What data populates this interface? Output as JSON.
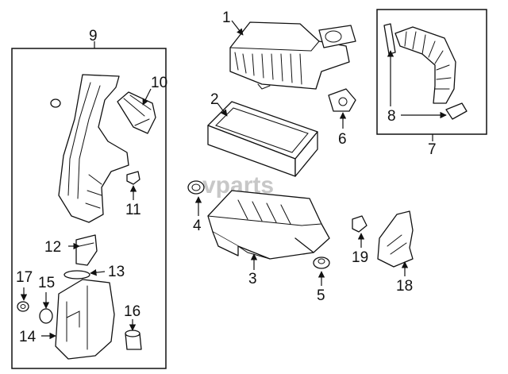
{
  "diagram": {
    "watermark": "vparts",
    "callouts": {
      "c1": "1",
      "c2": "2",
      "c3": "3",
      "c4": "4",
      "c5": "5",
      "c6": "6",
      "c7": "7",
      "c8": "8",
      "c9": "9",
      "c10": "10",
      "c11": "11",
      "c12": "12",
      "c13": "13",
      "c14": "14",
      "c15": "15",
      "c16": "16",
      "c17": "17",
      "c18": "18",
      "c19": "19"
    }
  }
}
